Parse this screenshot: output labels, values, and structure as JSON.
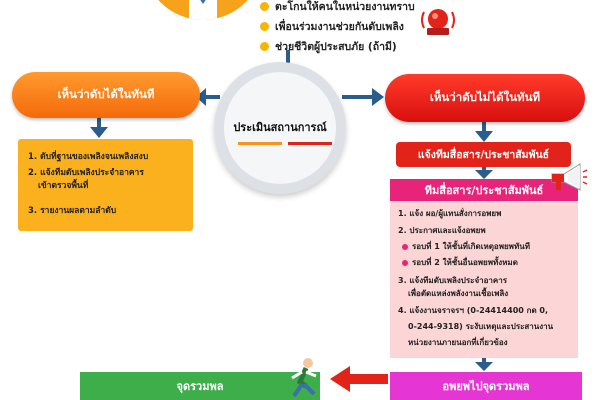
{
  "top": {
    "items": [
      "ตะโกนให้คนในหน่วยงานทราบ",
      "เพื่อนร่วมงานช่วยกันดับเพลิง",
      "ช่วยชีวิตผู้ประสบภัย (ถ้ามี)"
    ]
  },
  "left_branch": {
    "title": "เห็นว่าดับได้ในทันที",
    "items": [
      "1. ดับที่ฐานของเพลิงจนเพลิงสงบ",
      "2. แจ้งทีมดับเพลิงประจำอาคาร",
      "เข้าตรวจพื้นที่",
      "3. รายงานผลตามลำดับ"
    ]
  },
  "center": {
    "label": "ประเมินสถานการณ์"
  },
  "right_branch": {
    "title": "เห็นว่าดับไม่ได้ในทันที",
    "notify": "แจ้งทีมสื่อสาร/ประชาสัมพันธ์",
    "team": {
      "header": "ทีมสื่อสาร/ประชาสัมพันธ์",
      "items": [
        "1. แจ้ง ผอ/ผู้แทนสั่งการอพยพ",
        "2. ประกาศและแจ้งอพยพ",
        "รอบที่ 1 ให้ชั้นที่เกิดเหตุอพยพทันที",
        "รอบที่ 2 ให้ชั้นอื่นอพยพทั้งหมด",
        "3. แจ้งทีมดับเพลิงประจำอาคาร",
        "เพื่อตัดแหล่งพลังงานเชื้อเพลิง",
        "4. แจ้งงานจราจรฯ (0-24414400 กด 0,",
        "0-244-9318) ระงับเหตุและประสานงาน",
        "หน่วยงานภายนอกที่เกี่ยวข้อง"
      ]
    }
  },
  "bottom": {
    "assembly_point": "จุดรวมพล",
    "evacuate": "อพยพไปจุดรวมพล"
  },
  "colors": {
    "orange": "#f7931e",
    "red": "#e2231a",
    "pink": "#e8247a",
    "green": "#3dae49",
    "magenta": "#e536d4"
  }
}
